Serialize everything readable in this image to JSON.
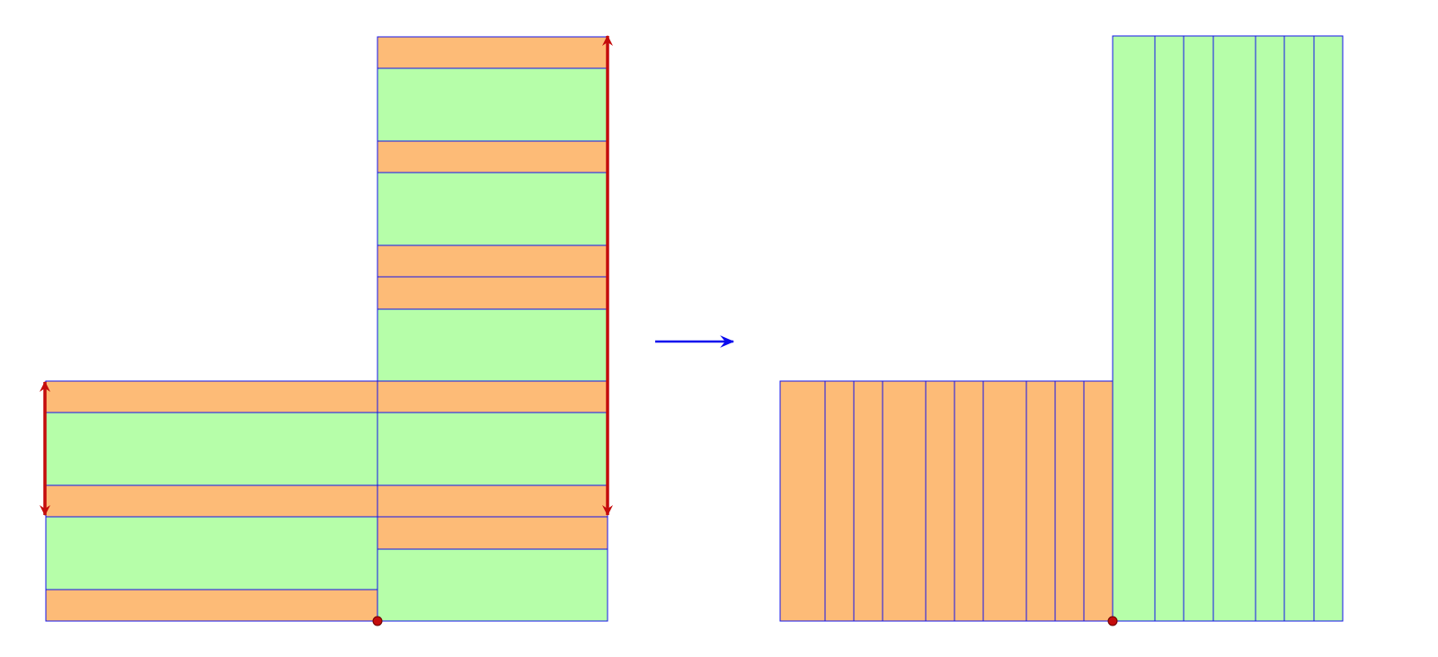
{
  "colors": {
    "orange_fill": "#FDBB77",
    "green_fill": "#B6FEA9",
    "edge_blue": "#1414EB",
    "arrow_red": "#C40C0C",
    "point_red": "#C40C0C",
    "transform_arrow_blue": "#0A0AEE"
  },
  "left_figure": {
    "description_type": "L-shape strip decomposition (horizontal strips)",
    "strips": [
      {
        "column": "bottom-left",
        "order": 1,
        "color": "orange"
      },
      {
        "column": "bottom-left",
        "order": 2,
        "color": "green"
      },
      {
        "column": "bottom-left",
        "order": 3,
        "color": "orange"
      },
      {
        "column": "bottom-left",
        "order": 4,
        "color": "green"
      },
      {
        "column": "bottom-left",
        "order": 5,
        "color": "orange"
      },
      {
        "column": "right-tower",
        "order": 1,
        "color": "green"
      },
      {
        "column": "right-tower",
        "order": 2,
        "color": "orange"
      },
      {
        "column": "right-tower",
        "order": 3,
        "color": "orange"
      },
      {
        "column": "right-tower",
        "order": 4,
        "color": "green"
      },
      {
        "column": "right-tower",
        "order": 5,
        "color": "orange"
      },
      {
        "column": "right-tower",
        "order": 6,
        "color": "green"
      },
      {
        "column": "right-tower",
        "order": 7,
        "color": "orange"
      },
      {
        "column": "right-tower",
        "order": 8,
        "color": "orange"
      },
      {
        "column": "right-tower",
        "order": 9,
        "color": "green"
      },
      {
        "column": "right-tower",
        "order": 10,
        "color": "orange"
      },
      {
        "column": "right-tower",
        "order": 11,
        "color": "green"
      },
      {
        "column": "right-tower",
        "order": 12,
        "color": "orange"
      }
    ],
    "arrows": [
      "short-double-arrow",
      "long-double-arrow"
    ],
    "marked_point": "corner-point"
  },
  "right_figure": {
    "description_type": "L-shape strip decomposition (vertical strips)",
    "orange_strip_count": 10,
    "green_strip_count": 7,
    "marked_point": "corner-point"
  },
  "transform_arrow": "right-arrow-icon"
}
